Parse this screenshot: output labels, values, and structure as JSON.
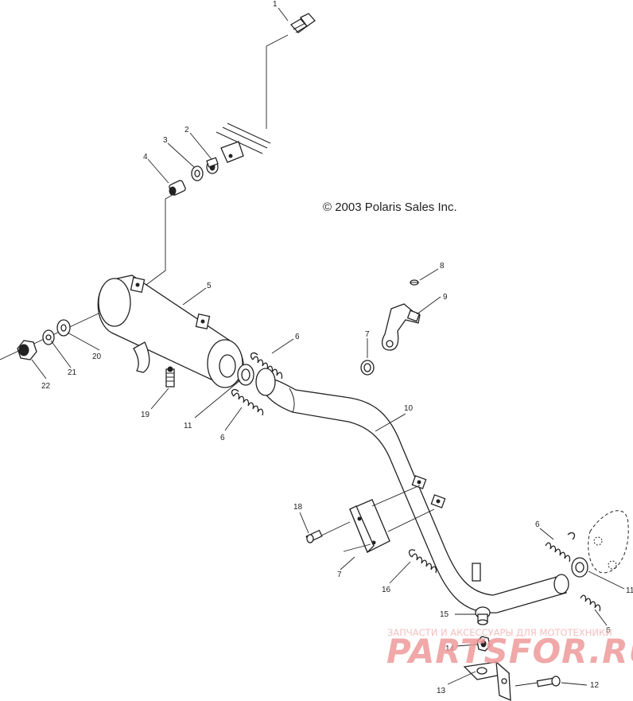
{
  "diagram": {
    "copyright": "© 2003 Polaris Sales Inc.",
    "callouts": {
      "c1": "1",
      "c2": "2",
      "c3": "3",
      "c4": "4",
      "c5": "5",
      "c6a": "6",
      "c6b": "6",
      "c6c": "6",
      "c6d": "6",
      "c7a": "7",
      "c7b": "7",
      "c8": "8",
      "c9": "9",
      "c10": "10",
      "c11a": "11",
      "c11b": "11",
      "c12": "12",
      "c13": "13",
      "c14": "14",
      "c15": "15",
      "c16": "16",
      "c18": "18",
      "c19": "19",
      "c20": "20",
      "c21": "21",
      "c22": "22"
    }
  },
  "watermark": {
    "tagline": "ЗАПЧАСТИ И АКСЕССУАРЫ ДЛЯ МОТОТЕХНИКИ",
    "logo": "PARTSFOR.RU"
  }
}
